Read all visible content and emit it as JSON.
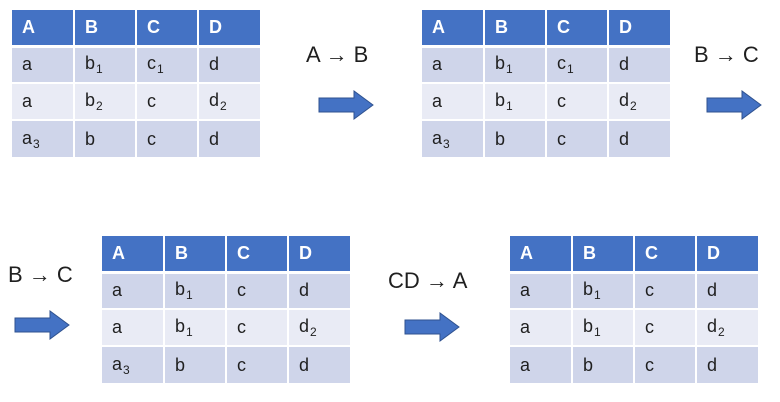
{
  "headers": [
    "A",
    "B",
    "C",
    "D"
  ],
  "tables": [
    {
      "rows": [
        [
          [
            "a",
            ""
          ],
          [
            "b",
            "1"
          ],
          [
            "c",
            "1"
          ],
          [
            "d",
            ""
          ]
        ],
        [
          [
            "a",
            ""
          ],
          [
            "b",
            "2"
          ],
          [
            "c",
            ""
          ],
          [
            "d",
            "2"
          ]
        ],
        [
          [
            "a",
            "3"
          ],
          [
            "b",
            ""
          ],
          [
            "c",
            ""
          ],
          [
            "d",
            ""
          ]
        ]
      ]
    },
    {
      "rows": [
        [
          [
            "a",
            ""
          ],
          [
            "b",
            "1"
          ],
          [
            "c",
            "1"
          ],
          [
            "d",
            ""
          ]
        ],
        [
          [
            "a",
            ""
          ],
          [
            "b",
            "1"
          ],
          [
            "c",
            ""
          ],
          [
            "d",
            "2"
          ]
        ],
        [
          [
            "a",
            "3"
          ],
          [
            "b",
            ""
          ],
          [
            "c",
            ""
          ],
          [
            "d",
            ""
          ]
        ]
      ]
    },
    {
      "rows": [
        [
          [
            "a",
            ""
          ],
          [
            "b",
            "1"
          ],
          [
            "c",
            ""
          ],
          [
            "d",
            ""
          ]
        ],
        [
          [
            "a",
            ""
          ],
          [
            "b",
            "1"
          ],
          [
            "c",
            ""
          ],
          [
            "d",
            "2"
          ]
        ],
        [
          [
            "a",
            "3"
          ],
          [
            "b",
            ""
          ],
          [
            "c",
            ""
          ],
          [
            "d",
            ""
          ]
        ]
      ]
    },
    {
      "rows": [
        [
          [
            "a",
            ""
          ],
          [
            "b",
            "1"
          ],
          [
            "c",
            ""
          ],
          [
            "d",
            ""
          ]
        ],
        [
          [
            "a",
            ""
          ],
          [
            "b",
            "1"
          ],
          [
            "c",
            ""
          ],
          [
            "d",
            "2"
          ]
        ],
        [
          [
            "a",
            ""
          ],
          [
            "b",
            ""
          ],
          [
            "c",
            ""
          ],
          [
            "d",
            ""
          ]
        ]
      ]
    }
  ],
  "steps": [
    "A → B",
    "B → C",
    "B → C",
    "CD → A"
  ],
  "colors": {
    "header": "#4472C4",
    "row_odd": "#CFD5EA",
    "row_even": "#E9EBF5",
    "arrow": "#4472C4"
  }
}
